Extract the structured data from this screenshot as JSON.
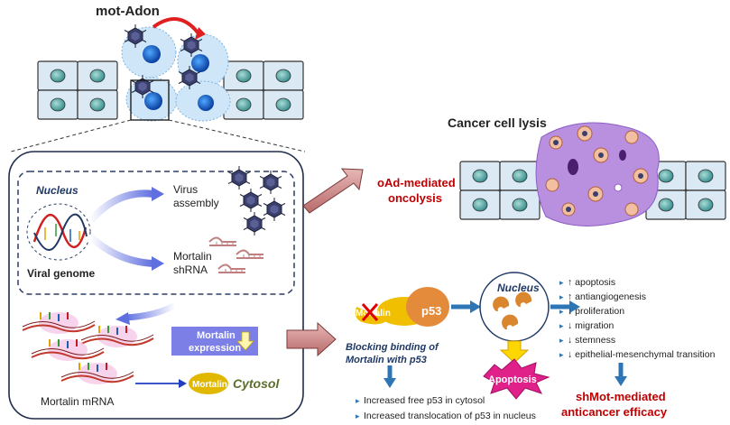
{
  "title": "mot-Adon",
  "nucleus_label": "Nucleus",
  "viral_genome_label": "Viral genome",
  "virus_assembly": [
    "Virus",
    "assembly"
  ],
  "mortalin_shrna": [
    "Mortalin",
    "shRNA"
  ],
  "cancer_cell_lysis": "Cancer cell lysis",
  "oncolysis": [
    "oAd-mediated",
    "oncolysis"
  ],
  "mortalin_expression": [
    "Mortalin",
    "expression"
  ],
  "mortalin_protein": "Mortalin",
  "cytosol_label": "Cytosol",
  "mortalin_mrna_label": "Mortalin mRNA",
  "complex": {
    "mortalin": "Mortalin",
    "p53": "p53"
  },
  "blocking": [
    "Blocking binding of",
    "Mortalin with p53"
  ],
  "nucleus_circle_label": "Nucleus",
  "apoptosis_label": "Apoptosis",
  "effects": [
    "↑ apoptosis",
    "↑ antiangiogenesis",
    "↓ proliferation",
    "↓  migration",
    "↓ stemness",
    "↓ epithelial-mesenchymal transition"
  ],
  "p53_effects": [
    "Increased free p53 in cytosol",
    "Increased translocation of p53 in nucleus"
  ],
  "efficacy": [
    "shMot-mediated",
    "anticancer efficacy"
  ],
  "colors": {
    "red_text": "#c00000",
    "navy_text": "#1f3864",
    "arrow_blue": "#2e75b6",
    "pink_arrow": "#d9a0a0",
    "apoptosis_burst": "#e0218a",
    "yellow_arrow": "#ffd700",
    "cell_fill": "#dbe9f5",
    "lysis_purple": "#b98fe0"
  }
}
